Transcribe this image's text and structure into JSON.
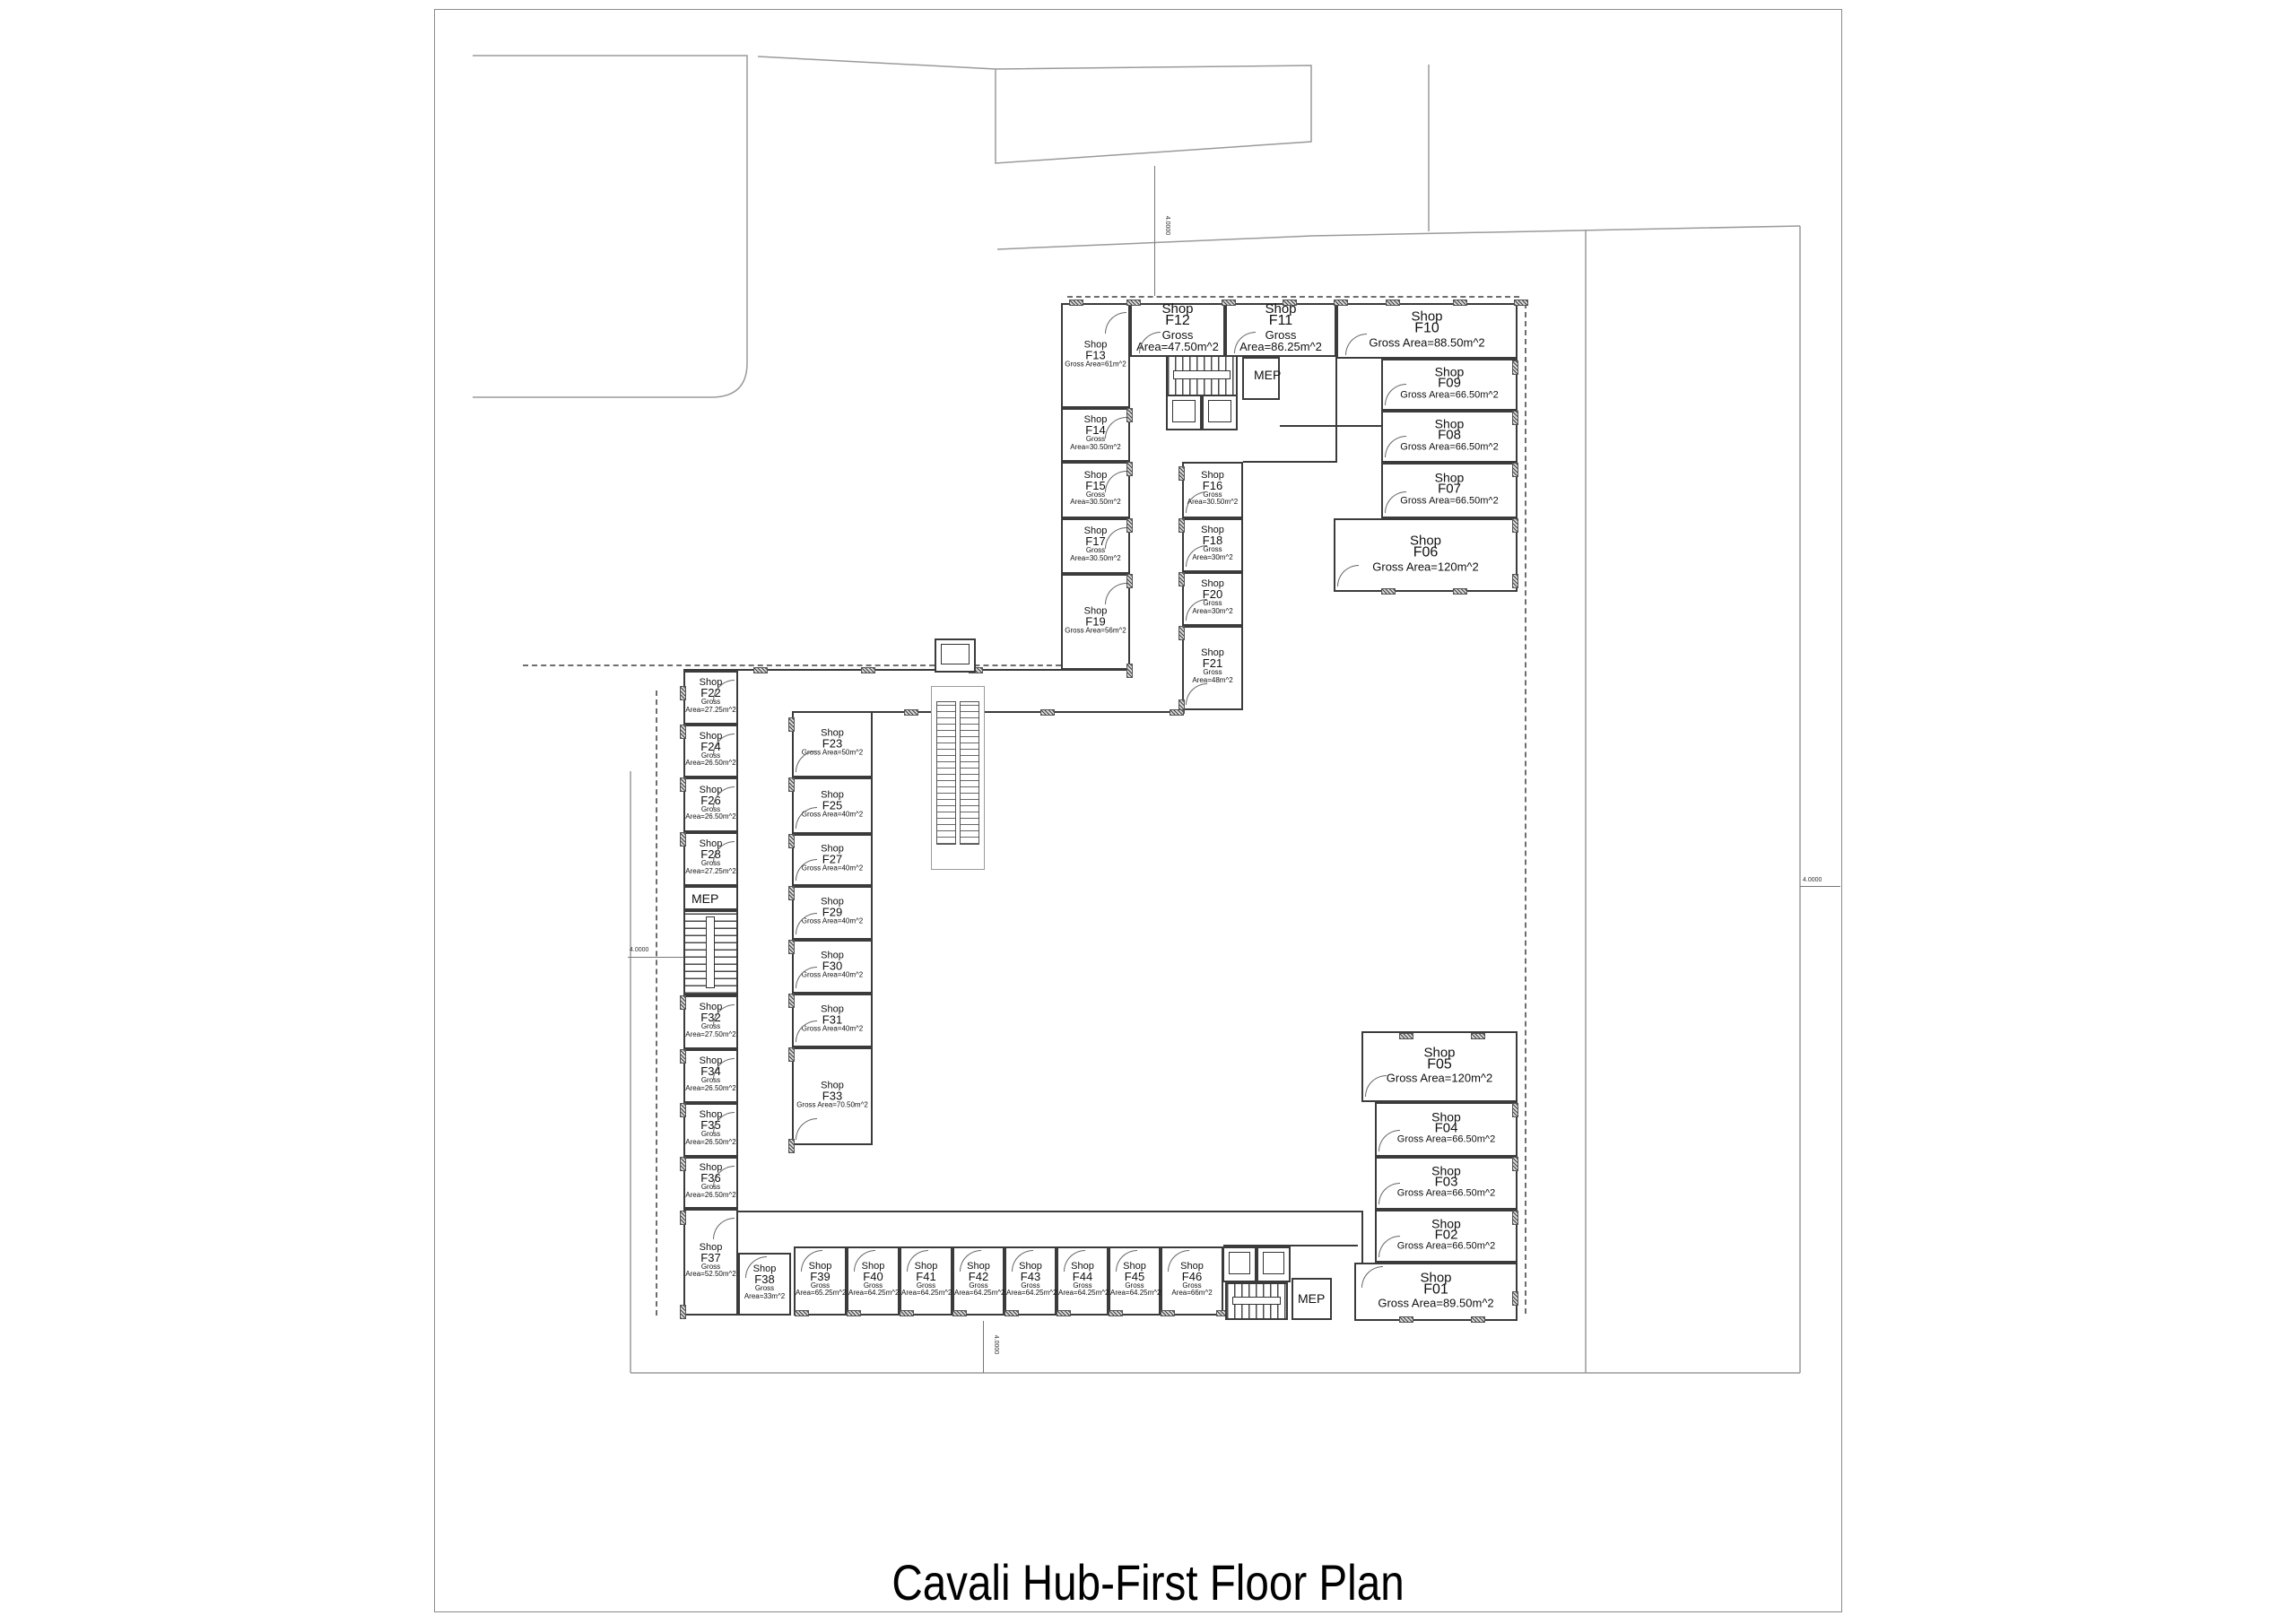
{
  "title": "Cavali Hub-First Floor Plan",
  "shop_word": "Shop",
  "area_prefix": "Gross Area=",
  "mep_label": "MEP",
  "dim_label": "4.0000",
  "shops": [
    {
      "id": "F01",
      "area": "89.50m^2"
    },
    {
      "id": "F02",
      "area": "66.50m^2"
    },
    {
      "id": "F03",
      "area": "66.50m^2"
    },
    {
      "id": "F04",
      "area": "66.50m^2"
    },
    {
      "id": "F05",
      "area": "120m^2"
    },
    {
      "id": "F06",
      "area": "120m^2"
    },
    {
      "id": "F07",
      "area": "66.50m^2"
    },
    {
      "id": "F08",
      "area": "66.50m^2"
    },
    {
      "id": "F09",
      "area": "66.50m^2"
    },
    {
      "id": "F10",
      "area": "88.50m^2"
    },
    {
      "id": "F11",
      "area": "86.25m^2"
    },
    {
      "id": "F12",
      "area": "47.50m^2"
    },
    {
      "id": "F13",
      "area": "61m^2"
    },
    {
      "id": "F14",
      "area": "30.50m^2"
    },
    {
      "id": "F15",
      "area": "30.50m^2"
    },
    {
      "id": "F16",
      "area": "30.50m^2"
    },
    {
      "id": "F17",
      "area": "30.50m^2"
    },
    {
      "id": "F18",
      "area": "30m^2"
    },
    {
      "id": "F19",
      "area": "56m^2"
    },
    {
      "id": "F20",
      "area": "30m^2"
    },
    {
      "id": "F21",
      "area": "48m^2"
    },
    {
      "id": "F22",
      "area": "27.25m^2"
    },
    {
      "id": "F23",
      "area": "50m^2"
    },
    {
      "id": "F24",
      "area": "26.50m^2"
    },
    {
      "id": "F25",
      "area": "40m^2"
    },
    {
      "id": "F26",
      "area": "26.50m^2"
    },
    {
      "id": "F27",
      "area": "40m^2"
    },
    {
      "id": "F28",
      "area": "27.25m^2"
    },
    {
      "id": "F29",
      "area": "40m^2"
    },
    {
      "id": "F30",
      "area": "40m^2"
    },
    {
      "id": "F31",
      "area": "40m^2"
    },
    {
      "id": "F32",
      "area": "27.50m^2"
    },
    {
      "id": "F33",
      "area": "70.50m^2"
    },
    {
      "id": "F34",
      "area": "26.50m^2"
    },
    {
      "id": "F35",
      "area": "26.50m^2"
    },
    {
      "id": "F36",
      "area": "26.50m^2"
    },
    {
      "id": "F37",
      "area": "52.50m^2"
    },
    {
      "id": "F38",
      "area": "33m^2"
    },
    {
      "id": "F39",
      "area": "65.25m^2"
    },
    {
      "id": "F40",
      "area": "64.25m^2"
    },
    {
      "id": "F41",
      "area": "64.25m^2"
    },
    {
      "id": "F42",
      "area": "64.25m^2"
    },
    {
      "id": "F43",
      "area": "64.25m^2"
    },
    {
      "id": "F44",
      "area": "64.25m^2"
    },
    {
      "id": "F45",
      "area": "64.25m^2"
    },
    {
      "id": "F46",
      "area": "66m^2"
    }
  ]
}
